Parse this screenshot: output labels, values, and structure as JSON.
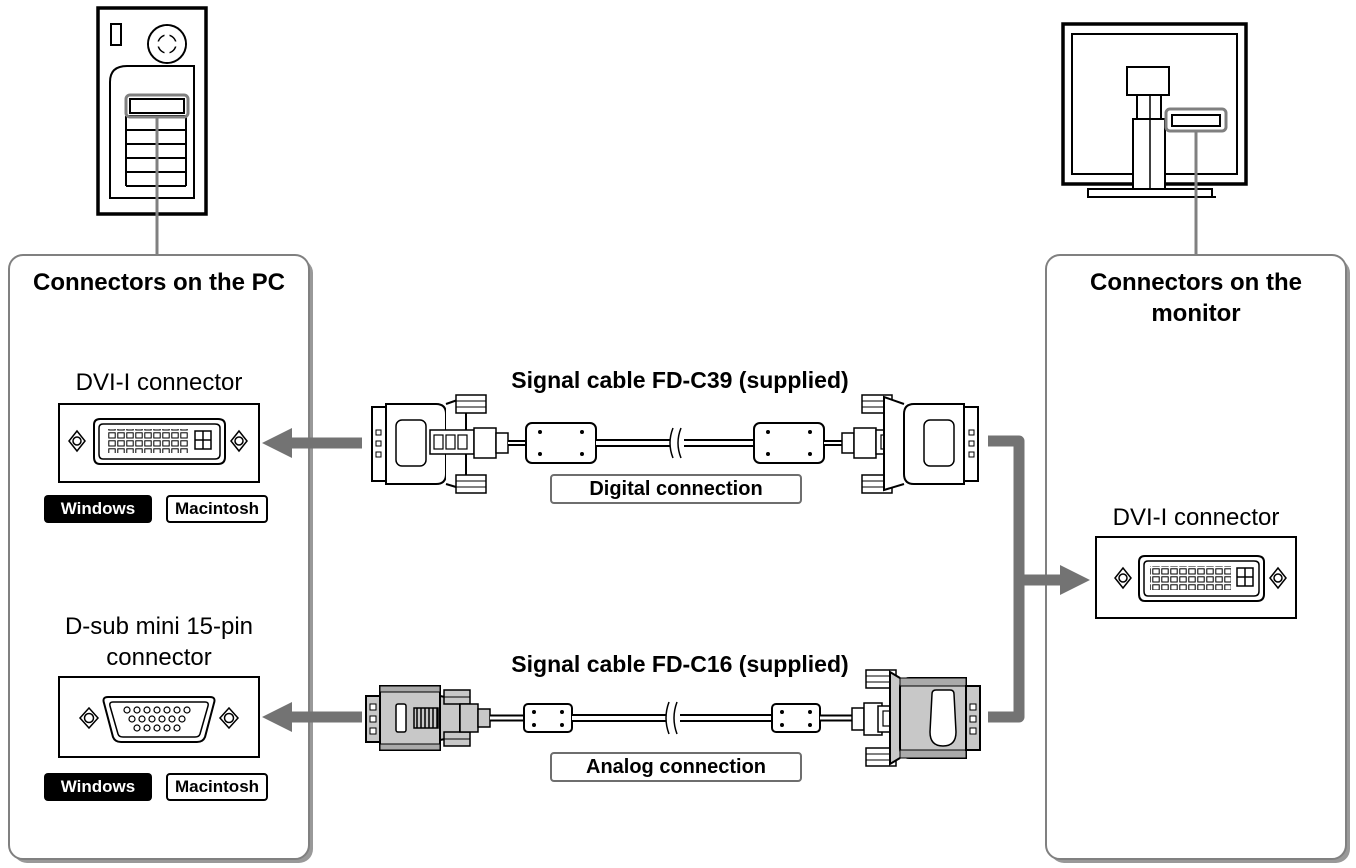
{
  "pc_panel": {
    "title": "Connectors on the PC",
    "dvi_label": "DVI-I connector",
    "dsub_label": "D-sub mini 15-pin connector",
    "badges": [
      "Windows",
      "Macintosh"
    ]
  },
  "monitor_panel": {
    "title": "Connectors on the monitor",
    "dvi_label": "DVI-I connector"
  },
  "cables": {
    "digital": {
      "title": "Signal cable FD-C39 (supplied)",
      "type": "Digital connection"
    },
    "analog": {
      "title": "Signal cable FD-C16 (supplied)",
      "type": "Analog connection"
    }
  },
  "colors": {
    "arrow": "#737373",
    "outline": "#000000",
    "panel_border": "#808080",
    "analog_plug": "#c8c8c8"
  }
}
